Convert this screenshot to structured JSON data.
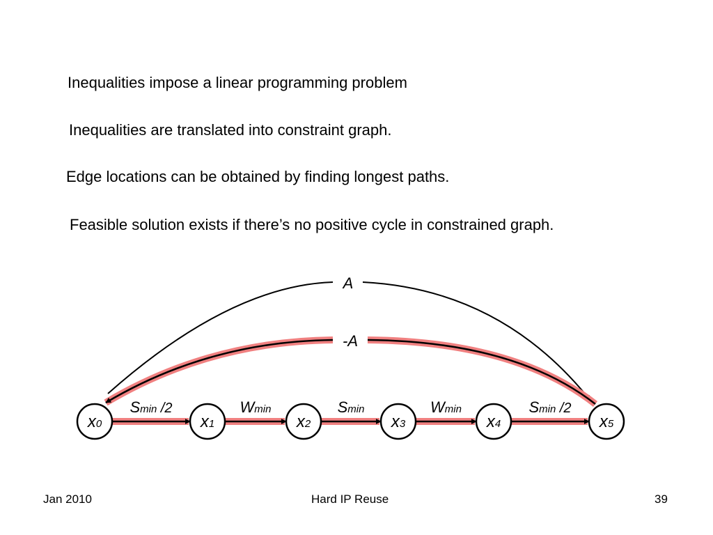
{
  "bullets": [
    "Inequalities impose a linear programming problem",
    "Inequalities are translated into constraint graph.",
    "Edge locations can be obtained by finding longest paths.",
    "Feasible solution exists if there’s no positive cycle in constrained graph."
  ],
  "graph": {
    "nodes": [
      {
        "base": "x",
        "sub": "0"
      },
      {
        "base": "x",
        "sub": "1"
      },
      {
        "base": "x",
        "sub": "2"
      },
      {
        "base": "x",
        "sub": "3"
      },
      {
        "base": "x",
        "sub": "4"
      },
      {
        "base": "x",
        "sub": "5"
      }
    ],
    "edges": [
      {
        "base": "S",
        "sub": "min",
        "suffix": " /2"
      },
      {
        "base": "W",
        "sub": "min",
        "suffix": ""
      },
      {
        "base": "S",
        "sub": "min",
        "suffix": ""
      },
      {
        "base": "W",
        "sub": "min",
        "suffix": ""
      },
      {
        "base": "S",
        "sub": "min",
        "suffix": " /2"
      }
    ],
    "forward_arc_label": "A",
    "backward_arc_label": "-A",
    "highlight_color": "#f08080"
  },
  "footer": {
    "left": "Jan 2010",
    "center": "Hard IP Reuse",
    "right": "39"
  }
}
